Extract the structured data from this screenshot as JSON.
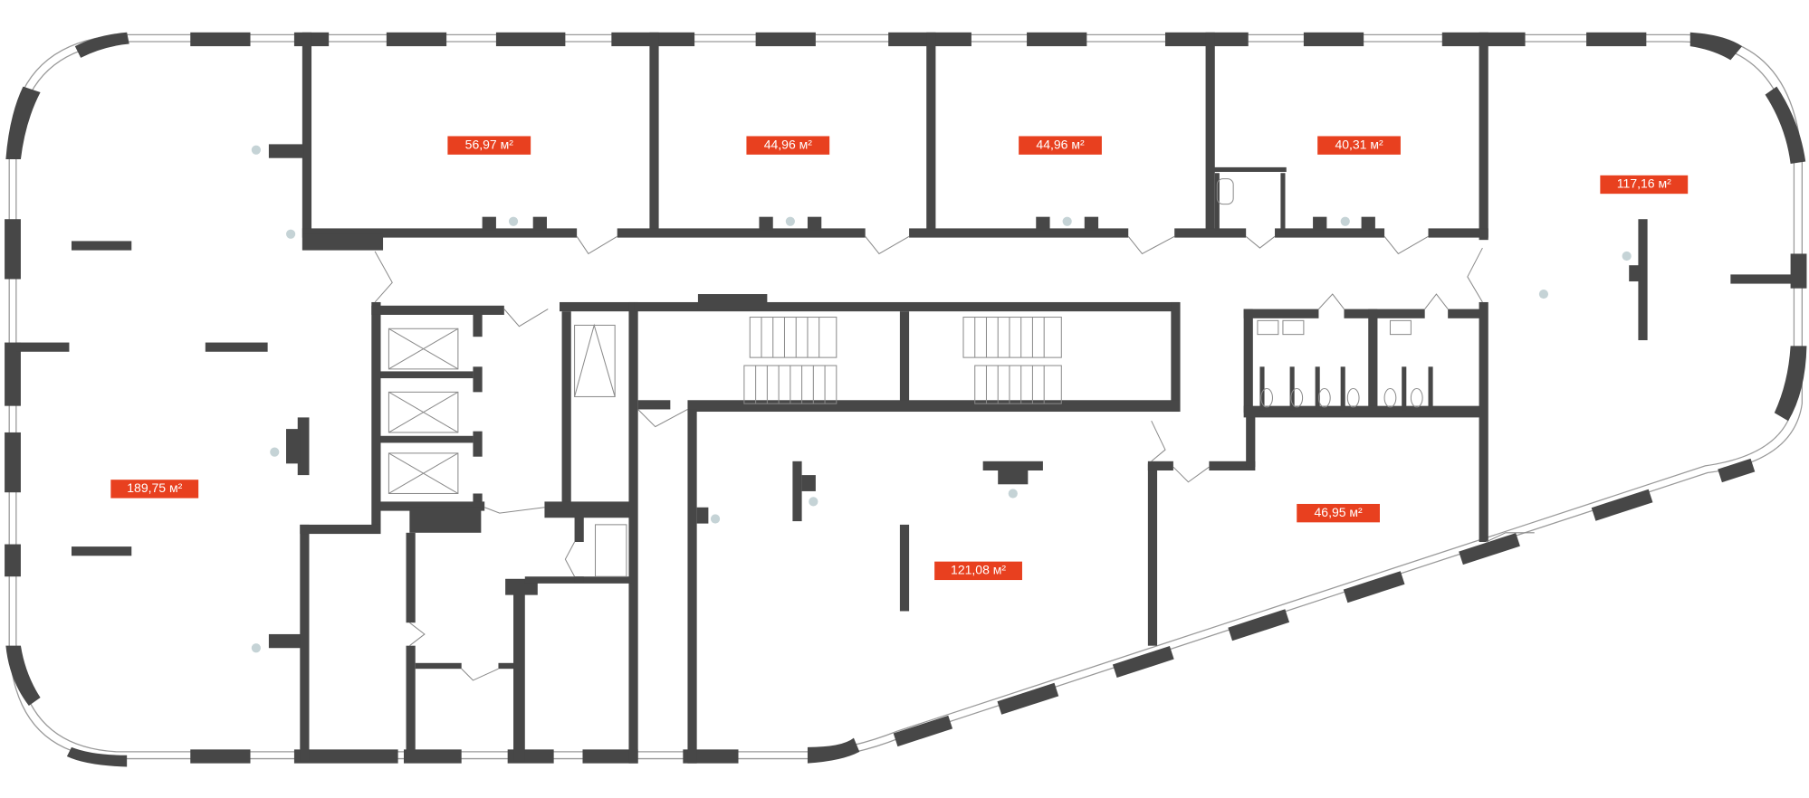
{
  "plan": {
    "colors": {
      "wall": "#474747",
      "label": "#e8401f",
      "marker": "#c5d3d6"
    },
    "rooms": [
      {
        "id": "room-1",
        "area": "56,97 м²"
      },
      {
        "id": "room-2",
        "area": "44,96 м²"
      },
      {
        "id": "room-3",
        "area": "44,96 м²"
      },
      {
        "id": "room-4",
        "area": "40,31 м²"
      },
      {
        "id": "room-5",
        "area": "117,16 м²"
      },
      {
        "id": "room-6",
        "area": "189,75 м²"
      },
      {
        "id": "room-7",
        "area": "121,08 м²"
      },
      {
        "id": "room-8",
        "area": "46,95 м²"
      }
    ]
  }
}
